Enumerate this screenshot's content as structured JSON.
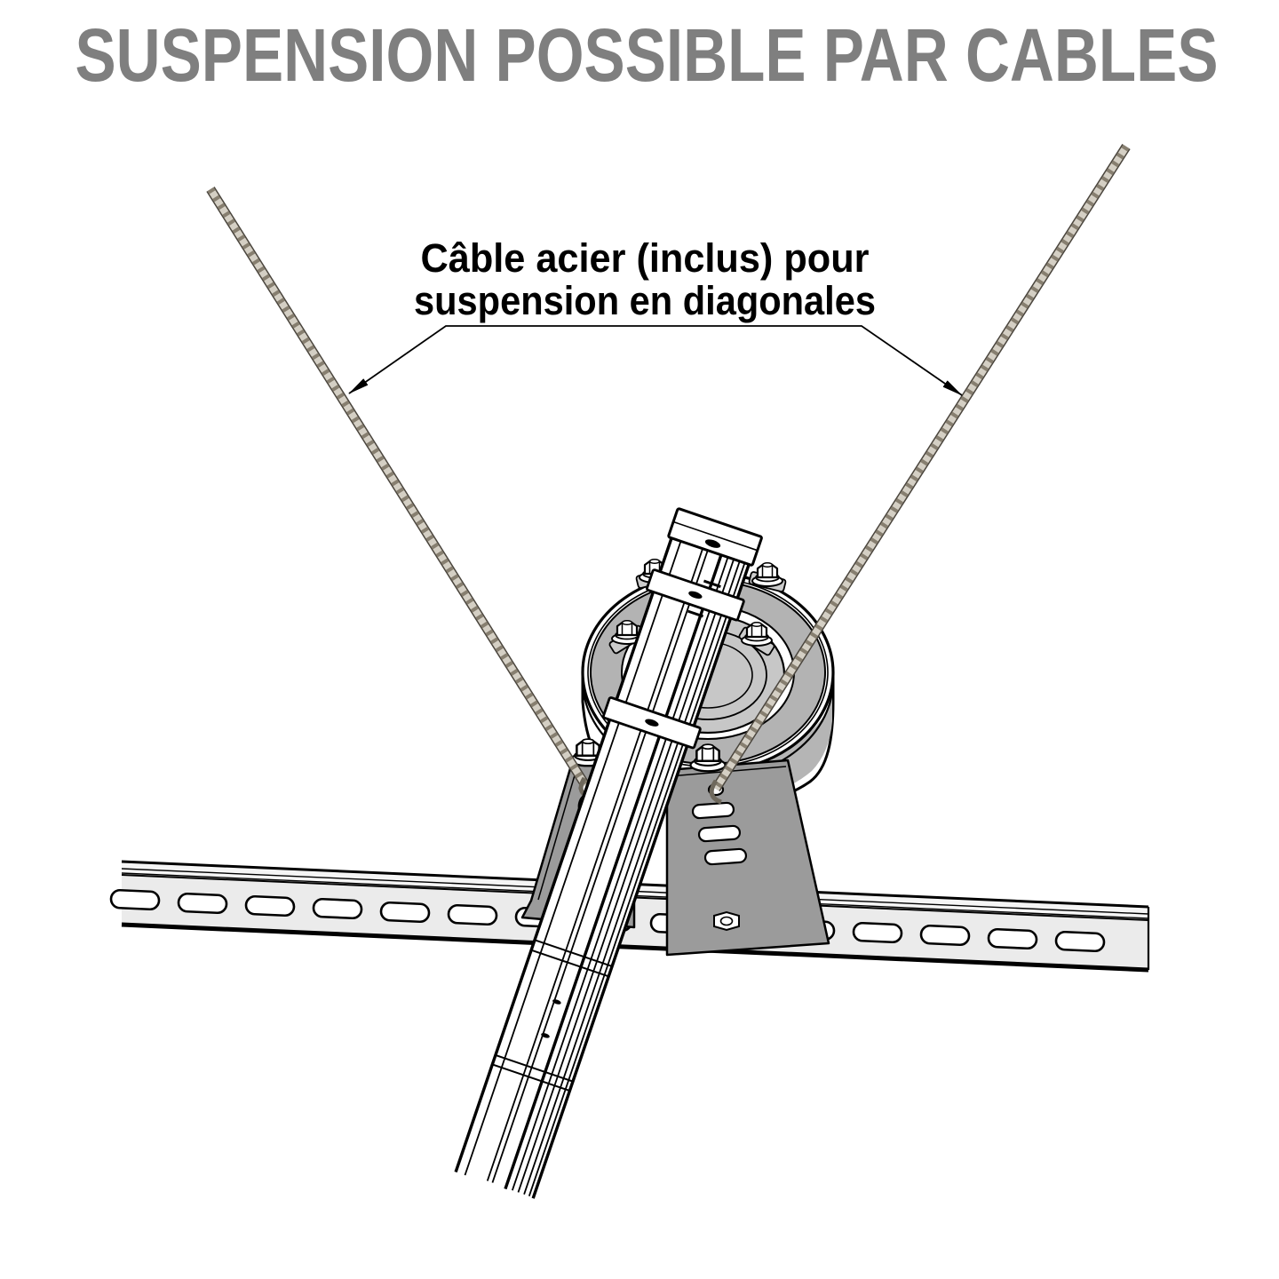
{
  "title": {
    "text": "SUSPENSION POSSIBLE PAR CABLES",
    "color": "#7f7f7f"
  },
  "annotation": {
    "line1": "Câble acier (inclus) pour",
    "line2": "suspension en diagonales",
    "color": "#000000"
  },
  "colors": {
    "outline": "#000000",
    "leader": "#000000",
    "cable_edge": "#4a453d",
    "cable_base": "#d4cfc4",
    "cable_shade": "#877f70",
    "rail_face": "#ebebeb",
    "rail_top": "#f5f5f5",
    "slot_fill": "#ffffff",
    "bracket_fill": "#9b9b9b",
    "drum_ring": "#b3b3b3",
    "drum_inner": "#c7c7c7",
    "drum_tab": "#cccccc",
    "drum_side": "#b5b5b5",
    "beam_fill": "#ffffff"
  }
}
